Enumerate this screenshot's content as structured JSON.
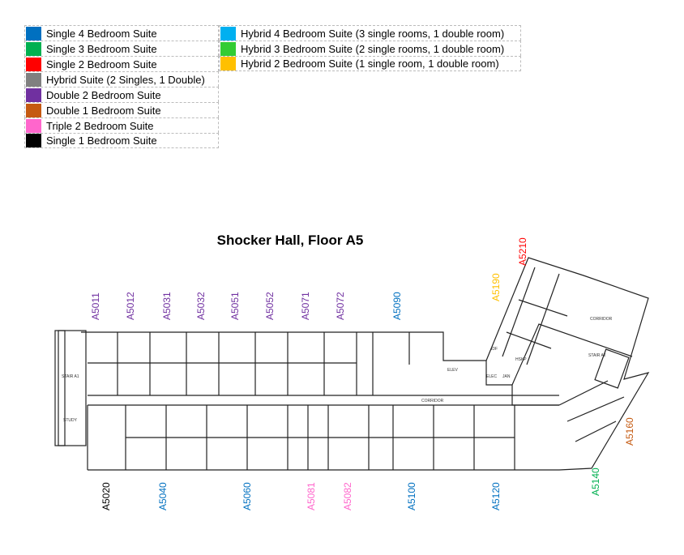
{
  "legend": {
    "left": [
      {
        "label": "Single 4 Bedroom Suite",
        "color": "#0070c0"
      },
      {
        "label": "Single 3 Bedroom Suite",
        "color": "#00b050"
      },
      {
        "label": "Single 2 Bedroom Suite",
        "color": "#ff0000"
      },
      {
        "label": "Hybrid Suite (2 Singles, 1 Double)",
        "color": "#808080"
      },
      {
        "label": "Double 2 Bedroom Suite",
        "color": "#7030a0"
      },
      {
        "label": "Double 1 Bedroom Suite",
        "color": "#c55a11"
      },
      {
        "label": "Triple 2 Bedroom Suite",
        "color": "#ff66cc"
      },
      {
        "label": "Single 1 Bedroom Suite",
        "color": "#000000"
      }
    ],
    "right": [
      {
        "label": "Hybrid 4 Bedroom Suite (3 single rooms, 1 double room)",
        "color": "#00b0f0"
      },
      {
        "label": "Hybrid 3 Bedroom Suite (2 single rooms, 1 double room)",
        "color": "#33cc33"
      },
      {
        "label": "Hybrid 2 Bedroom Suite (1 single room, 1 double room)",
        "color": "#ffc000"
      }
    ]
  },
  "plan": {
    "title": "Shocker Hall, Floor A5",
    "top_rooms": [
      {
        "label": "A5011",
        "color": "#7030a0"
      },
      {
        "label": "A5012",
        "color": "#7030a0"
      },
      {
        "label": "A5031",
        "color": "#7030a0"
      },
      {
        "label": "A5032",
        "color": "#7030a0"
      },
      {
        "label": "A5051",
        "color": "#7030a0"
      },
      {
        "label": "A5052",
        "color": "#7030a0"
      },
      {
        "label": "A5071",
        "color": "#7030a0"
      },
      {
        "label": "A5072",
        "color": "#7030a0"
      },
      {
        "label": "A5090",
        "color": "#0070c0"
      },
      {
        "label": "A5190",
        "color": "#ffc000"
      },
      {
        "label": "A5210",
        "color": "#ff0000"
      }
    ],
    "bottom_rooms": [
      {
        "label": "A5020",
        "color": "#000000"
      },
      {
        "label": "A5040",
        "color": "#0070c0"
      },
      {
        "label": "A5060",
        "color": "#0070c0"
      },
      {
        "label": "A5081",
        "color": "#ff66cc"
      },
      {
        "label": "A5082",
        "color": "#ff66cc"
      },
      {
        "label": "A5100",
        "color": "#0070c0"
      },
      {
        "label": "A5120",
        "color": "#0070c0"
      },
      {
        "label": "A5140",
        "color": "#00b050"
      },
      {
        "label": "A5160",
        "color": "#c55a11"
      }
    ],
    "corridor_labels": [
      "CORRIDOR",
      "CORRIDOR"
    ],
    "small_labels": [
      "STAIR A1",
      "STUDY",
      "STAIR A2",
      "IDF",
      "ELEC",
      "JAN",
      "HSKP",
      "ELEV"
    ]
  }
}
